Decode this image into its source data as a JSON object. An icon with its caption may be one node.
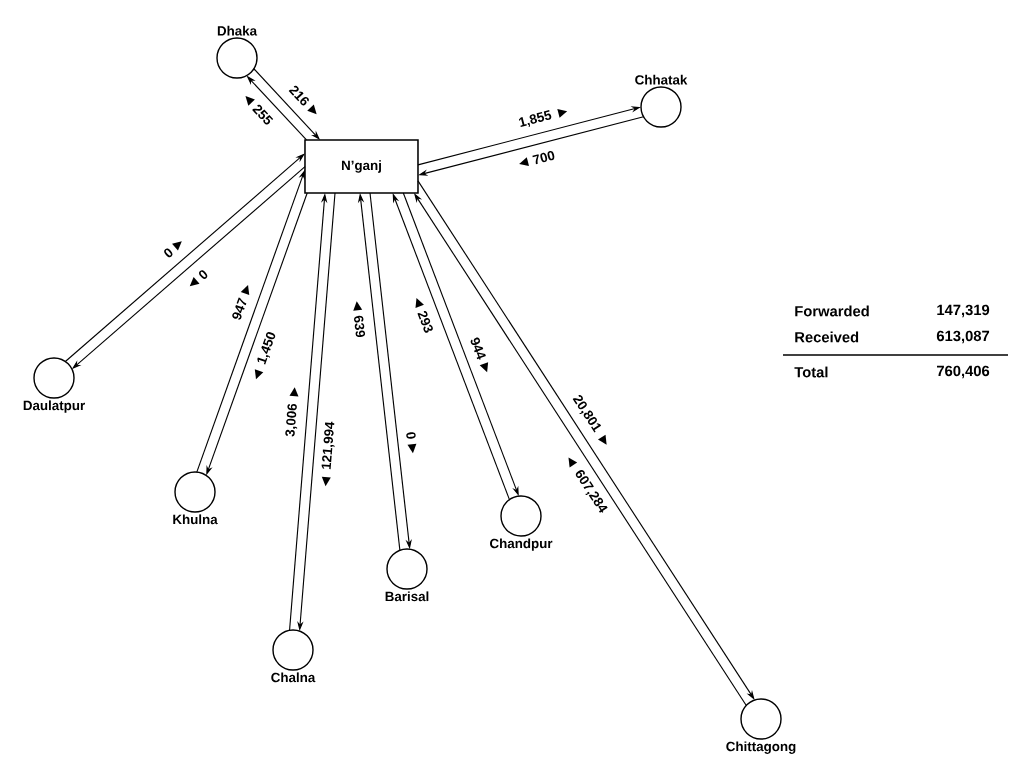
{
  "diagram": {
    "nodes": [
      {
        "text": [
          "N’ganj"
        ]
      },
      {
        "text": [
          "Dhaka"
        ]
      },
      {
        "text": [
          "Chhatak"
        ]
      },
      {
        "text": [
          "Daulatpur"
        ]
      },
      {
        "text": [
          "Khulna"
        ]
      },
      {
        "text": [
          "Chalna"
        ]
      },
      {
        "text": [
          "Barisal"
        ]
      },
      {
        "text": [
          "Chandpur"
        ]
      },
      {
        "text": [
          "Chittagong"
        ]
      }
    ],
    "edges": [
      {
        "from": 1,
        "to": 0,
        "arrow": "to",
        "label": "216"
      },
      {
        "from": 0,
        "to": 1,
        "arrow": "to",
        "label": "255"
      },
      {
        "from": 0,
        "to": 2,
        "arrow": "to",
        "label": "1,855"
      },
      {
        "from": 2,
        "to": 0,
        "arrow": "to",
        "label": "700"
      },
      {
        "from": 3,
        "to": 0,
        "arrow": "to",
        "label": "0"
      },
      {
        "from": 0,
        "to": 3,
        "arrow": "to",
        "label": "0"
      },
      {
        "from": 4,
        "to": 0,
        "arrow": "to",
        "label": "947"
      },
      {
        "from": 0,
        "to": 4,
        "arrow": "to",
        "label": "1,450"
      },
      {
        "from": 5,
        "to": 0,
        "arrow": "to",
        "label": "3,006"
      },
      {
        "from": 0,
        "to": 5,
        "arrow": "to",
        "label": "121,994"
      },
      {
        "from": 6,
        "to": 0,
        "arrow": "to",
        "label": "639"
      },
      {
        "from": 0,
        "to": 6,
        "arrow": "to",
        "label": "0"
      },
      {
        "from": 7,
        "to": 0,
        "arrow": "to",
        "label": "293"
      },
      {
        "from": 0,
        "to": 7,
        "arrow": "to",
        "label": "944"
      },
      {
        "from": 8,
        "to": 0,
        "arrow": "to",
        "label": "607,284"
      },
      {
        "from": 0,
        "to": 8,
        "arrow": "to",
        "label": "20,801"
      }
    ],
    "labels": [
      "Forwarded",
      "147,319",
      "Received",
      "613,087",
      "Total",
      "760,406"
    ]
  }
}
